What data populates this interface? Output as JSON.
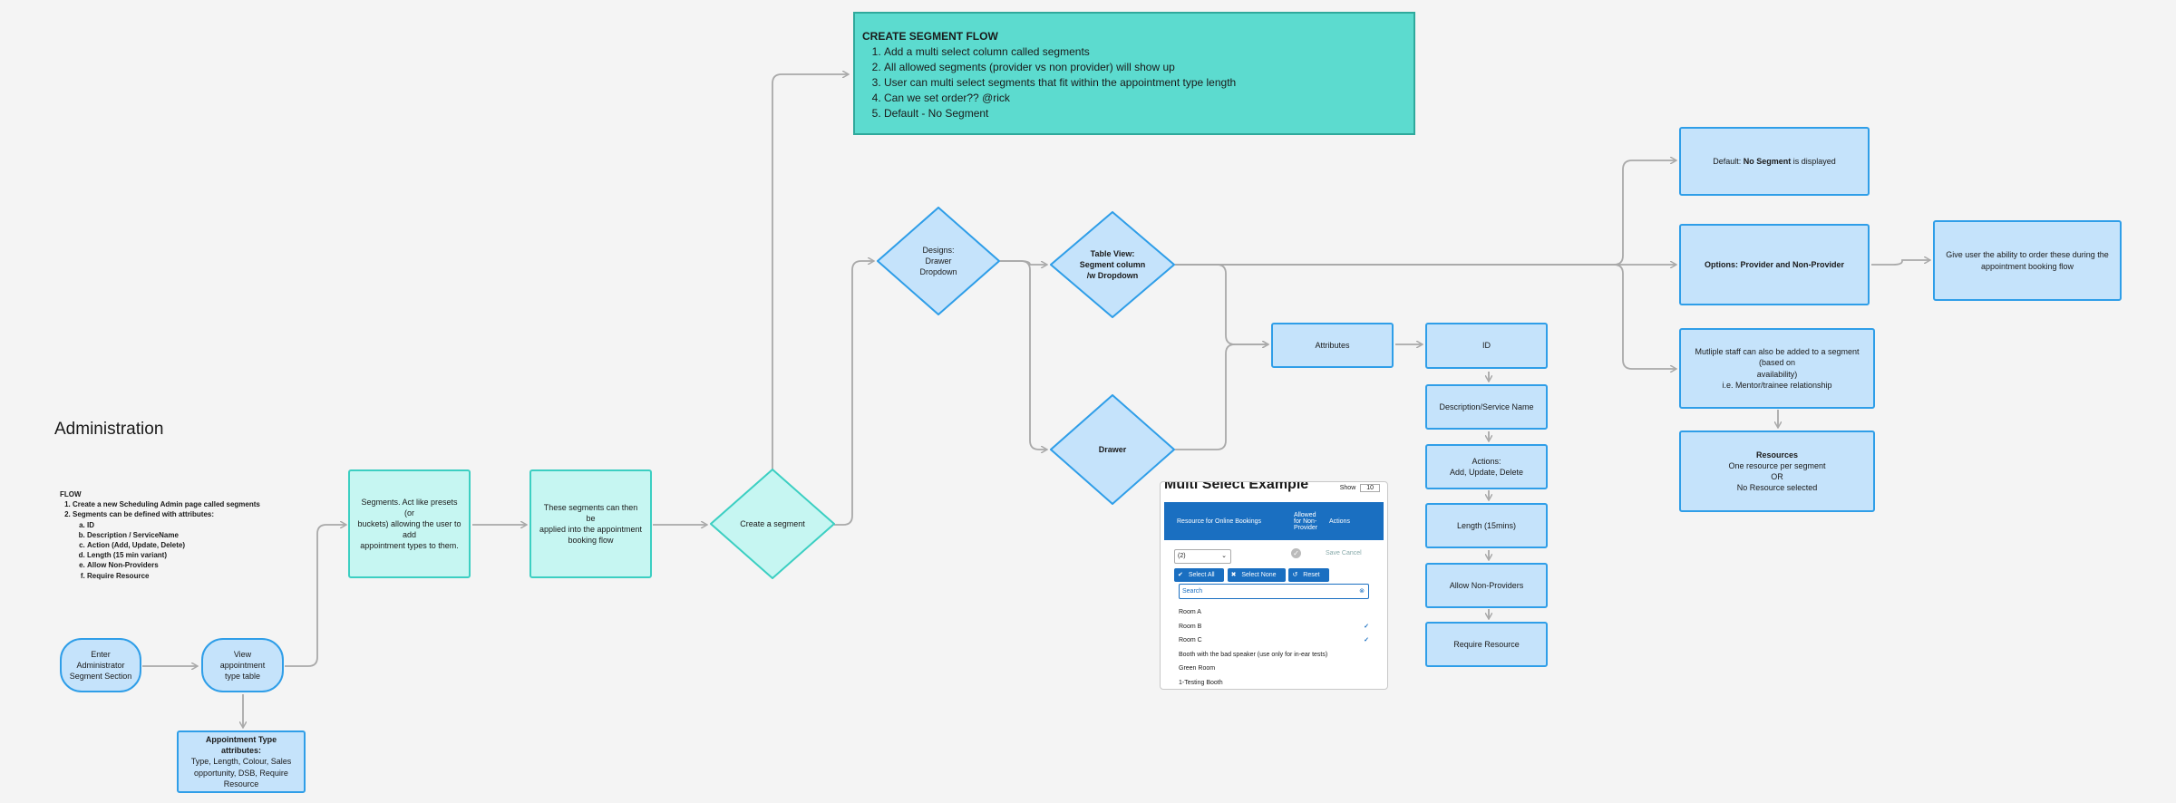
{
  "page": {
    "title": "Administration",
    "flow": {
      "heading": "FLOW",
      "items": [
        "Create a new Scheduling Admin page called segments",
        "Segments can be defined with attributes:"
      ],
      "sub_items": [
        "ID",
        "Description / ServiceName",
        "Action (Add, Update, Delete)",
        "Length (15 min variant)",
        "Allow Non-Providers",
        "Require Resource"
      ]
    }
  },
  "banner": {
    "title": "CREATE SEGMENT FLOW",
    "items": [
      "Add a multi select column called segments",
      "All allowed segments (provider vs non provider) will show up",
      "User can multi select segments that fit within the appointment type length",
      "Can we set order?? @rick",
      "Default - No Segment"
    ]
  },
  "nodes": {
    "enter_admin": [
      "Enter Administrator",
      "Segment Section"
    ],
    "view_table": [
      "View appointment",
      "type table"
    ],
    "appt_attrs": {
      "title": "Appointment Type attributes:",
      "body": [
        "Type, Length, Colour, Sales",
        "opportunity, DSB, Require Resource"
      ]
    },
    "segments_presets": [
      "Segments. Act like presets (or",
      "buckets) allowing the user to add",
      "appointment types to them."
    ],
    "segments_applied": [
      "These segments can then be",
      "applied into the appointment",
      "booking flow"
    ],
    "create_segment": "Create a segment",
    "designs": [
      "Designs:",
      "Drawer",
      "Dropdown"
    ],
    "table_view": [
      "Table View:",
      "Segment column",
      "/w Dropdown"
    ],
    "drawer": "Drawer",
    "attributes": "Attributes",
    "attr_list": [
      "ID",
      "Description/Service Name",
      "Actions:\nAdd, Update, Delete",
      "Length (15mins)",
      "Allow Non-Providers",
      "Require Resource"
    ],
    "default": {
      "prefix": "Default: ",
      "bold": "No Segment",
      "suffix": " is displayed"
    },
    "options": "Options: Provider and Non-Provider",
    "order": [
      "Give user the ability to order these during the",
      "appointment booking flow"
    ],
    "staff": [
      "Mutliple staff can also be added to a segment (based on",
      "availability)",
      "i.e. Mentor/trainee relationship"
    ],
    "resources": {
      "title": "Resources",
      "body": [
        "One resource per segment",
        "OR",
        "No Resource selected"
      ]
    }
  },
  "screenshot": {
    "heading": "Multi Select Example",
    "show_label": "Show",
    "show_value": "10",
    "columns": [
      "Resource for Online Bookings",
      "Allowed\nfor Non-\nProvider",
      "Actions"
    ],
    "selected": "(2)",
    "save_cancel": "Save Cancel",
    "buttons": [
      "Select All",
      "Select None",
      "Reset"
    ],
    "search_placeholder": "Search",
    "options": [
      {
        "label": "Room A",
        "checked": false
      },
      {
        "label": "Room B",
        "checked": true
      },
      {
        "label": "Room C",
        "checked": true
      },
      {
        "label": "Booth with the bad speaker (use only for in-ear tests)",
        "checked": false
      },
      {
        "label": "Green Room",
        "checked": false
      },
      {
        "label": "1-Testing Booth",
        "checked": false
      }
    ]
  },
  "colors": {
    "node_blue_fill": "#c5e3fb",
    "node_blue_border": "#2f9ee8",
    "node_mint_fill": "#c6f6f2",
    "node_mint_border": "#3ccfc2",
    "banner_fill": "#5cdbcf",
    "edge": "#a9a9a9",
    "table_header": "#1a6fc1"
  }
}
